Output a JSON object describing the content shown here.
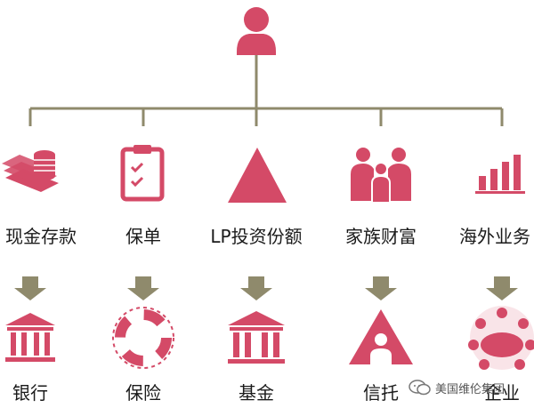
{
  "colors": {
    "accent": "#D44A67",
    "line": "#8F8A6C",
    "arrow": "#8F8A6C",
    "text": "#1a1a1a"
  },
  "top_node": {
    "icon": "person-icon"
  },
  "columns": [
    {
      "source": {
        "label": "现金存款",
        "icon": "cash-stack-icon"
      },
      "target": {
        "label": "银行",
        "icon": "bank-building-icon"
      }
    },
    {
      "source": {
        "label": "保单",
        "icon": "clipboard-checklist-icon"
      },
      "target": {
        "label": "保险",
        "icon": "lifebuoy-icon"
      }
    },
    {
      "source": {
        "label": "LP投资份额",
        "icon": "triangle-icon"
      },
      "target": {
        "label": "基金",
        "icon": "fund-building-icon"
      }
    },
    {
      "source": {
        "label": "家族财富",
        "icon": "family-icon"
      },
      "target": {
        "label": "信托",
        "icon": "trust-triangle-person-icon"
      }
    },
    {
      "source": {
        "label": "海外业务",
        "icon": "bar-chart-icon"
      },
      "target": {
        "label": "企业",
        "icon": "meeting-group-icon"
      }
    }
  ],
  "watermark": {
    "text": "美国维伦集团",
    "icon": "wechat-icon"
  }
}
